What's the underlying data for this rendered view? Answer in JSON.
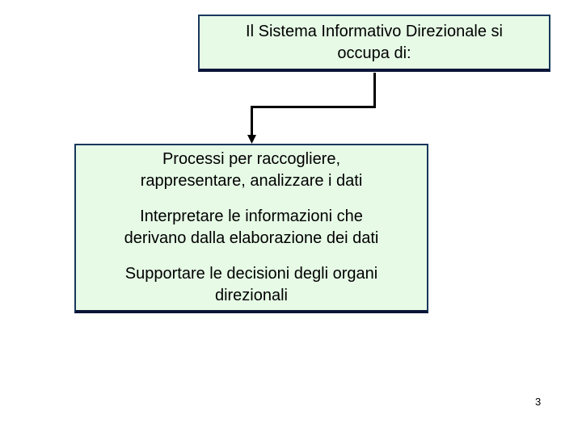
{
  "slide": {
    "page_number": "3",
    "title_box": {
      "text": "Il Sistema Informativo Direzionale si\noccupa di:",
      "fill_color": "#e6fae6",
      "border_color": "#17375d"
    },
    "content_box": {
      "fill_color": "#e6fae6",
      "border_color": "#17375d",
      "items": [
        "Processi per raccogliere,\nrappresentare, analizzare i dati",
        "Interpretare le informazioni che\nderivano dalla elaborazione dei dati",
        "Supportare le decisioni degli organi\ndirezionali"
      ]
    },
    "connector": {
      "color": "#000000"
    }
  }
}
